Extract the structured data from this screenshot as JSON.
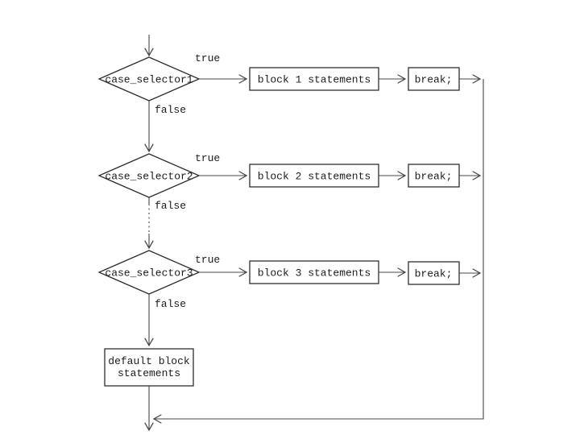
{
  "page": {
    "background": "#ffffff"
  },
  "diagram": {
    "type": "flowchart",
    "description": "switch-case statement control flow",
    "colors": {
      "line": "#474747",
      "box_border": "#2e2e2e",
      "text": "#1c1c1c",
      "background": "#ffffff"
    },
    "labels": {
      "true": "true",
      "false": "false"
    },
    "rows": [
      {
        "selector": "case_selector1",
        "block": "block 1 statements",
        "break": "break;"
      },
      {
        "selector": "case_selector2",
        "block": "block 2 statements",
        "break": "break;"
      },
      {
        "selector": "case_selector3",
        "block": "block 3 statements",
        "break": "break;"
      }
    ],
    "default_block": {
      "line1": "default block",
      "line2": "statements"
    }
  }
}
